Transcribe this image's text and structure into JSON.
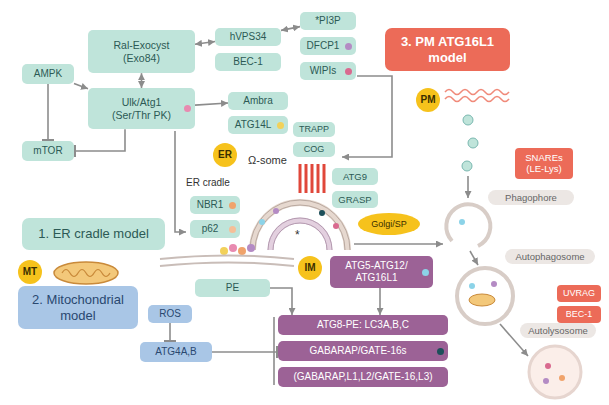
{
  "diagram": {
    "nodes": [
      {
        "text": [
          "Ral-Exocyst (Exo84)"
        ]
      },
      {
        "text": [
          "hVPS34"
        ]
      },
      {
        "text": [
          "BEC-1"
        ]
      },
      {
        "text": [
          "*PI3P"
        ]
      },
      {
        "text": [
          "DFCP1"
        ]
      },
      {
        "text": [
          "WIPIs"
        ]
      },
      {
        "text": [
          "3. PM ATG16L1 model"
        ]
      },
      {
        "text": [
          "AMPK"
        ]
      },
      {
        "text": [
          "Ulk/Atg1 (Ser/Thr PK)"
        ]
      },
      {
        "text": [
          "Ambra"
        ]
      },
      {
        "text": [
          "ATG14L"
        ]
      },
      {
        "text": [
          "PM"
        ]
      },
      {
        "text": [
          "TRAPP"
        ]
      },
      {
        "text": [
          "COG"
        ]
      },
      {
        "text": [
          "ATG9"
        ]
      },
      {
        "text": [
          "GRASP"
        ]
      },
      {
        "text": [
          "ER"
        ]
      },
      {
        "text": [
          "mTOR"
        ]
      },
      {
        "text": [
          "SNAREs (LE-Lys)"
        ]
      },
      {
        "text": [
          "NBR1"
        ]
      },
      {
        "text": [
          "p62"
        ]
      },
      {
        "text": [
          "Golgi/SP"
        ]
      },
      {
        "text": [
          "Phagophore"
        ]
      },
      {
        "text": [
          "1. ER cradle model"
        ]
      },
      {
        "text": [
          "Autophagosome"
        ]
      },
      {
        "text": [
          "MT"
        ]
      },
      {
        "text": [
          "IM"
        ]
      },
      {
        "text": [
          "PE"
        ]
      },
      {
        "text": [
          "ATG5-ATG12/ ATG16L1"
        ]
      },
      {
        "text": [
          "UVRAG"
        ]
      },
      {
        "text": [
          "BEC-1"
        ]
      },
      {
        "text": [
          "2. Mitochondrial model"
        ]
      },
      {
        "text": [
          "ROS"
        ]
      },
      {
        "text": [
          "Autolysosome"
        ]
      },
      {
        "text": [
          "ATG8-PE: LC3A,B,C"
        ]
      },
      {
        "text": [
          "GABARAP/GATE-16s"
        ]
      },
      {
        "text": [
          "ATG4A,B"
        ]
      },
      {
        "text": [
          "(GABARAP,L1,L2/GATE-16,L3)"
        ]
      }
    ],
    "edges": [
      {
        "from": 0,
        "to": 1,
        "arrow": "both"
      },
      {
        "from": 0,
        "to": 8,
        "arrow": "both"
      },
      {
        "from": 1,
        "to": 3,
        "arrow": "both"
      },
      {
        "from": 7,
        "to": 8,
        "arrow": "to"
      },
      {
        "from": 7,
        "to": 17,
        "arrow": "to"
      },
      {
        "from": 8,
        "to": 17,
        "arrow": "to"
      },
      {
        "from": 8,
        "to": 9,
        "arrow": "to"
      },
      {
        "from": 27,
        "to": 34,
        "arrow": "to"
      },
      {
        "from": 28,
        "to": 34,
        "arrow": "to"
      },
      {
        "from": 32,
        "to": 36,
        "arrow": "to"
      },
      {
        "from": 36,
        "to": 35,
        "arrow": "to"
      }
    ],
    "labels": [
      "ER cradle",
      "Ω-some",
      "*"
    ]
  }
}
